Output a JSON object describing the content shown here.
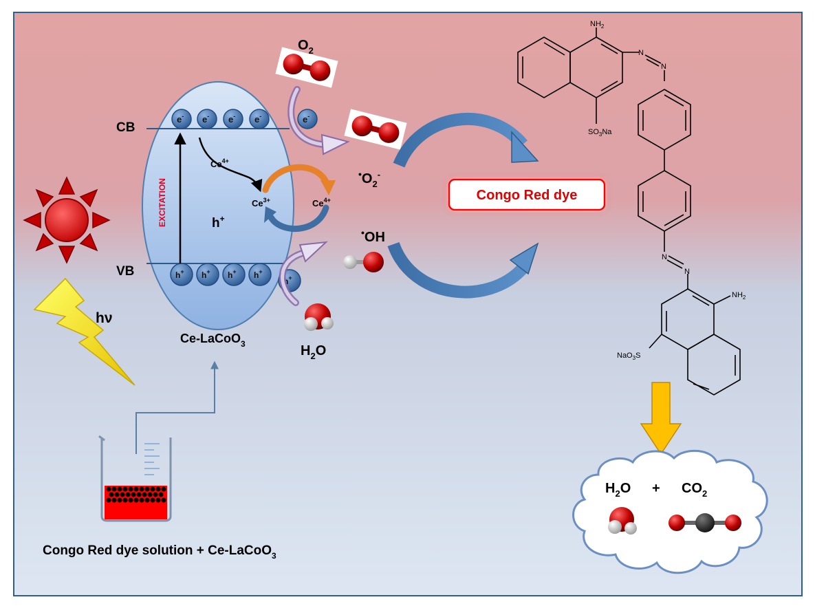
{
  "colors": {
    "bg_top": "#e2a0a0",
    "bg_bottom": "#dbe5f1",
    "frame": "#2f5f8f",
    "electron": "#4f81bd",
    "oxygen": "#c00000",
    "hydrogen": "#f2f2f2",
    "carbon": "#262626",
    "dye": "#ff0000",
    "accent_arrow": "#2e5c8a",
    "orange_arrow": "#e6822a",
    "yellow_arrow": "#ffc000",
    "lightning": "#ffff33"
  },
  "labels": {
    "cb": "CB",
    "vb": "VB",
    "excitation": "EXCITATION",
    "h_plus_center": "h",
    "ce4_inside": "Ce",
    "ce3": "Ce",
    "ce4_outside": "Ce",
    "hv": "hν",
    "catalyst": "Ce-LaCoO",
    "catalyst_sub": "3",
    "o2": "O",
    "o2_sub": "2",
    "superoxide": "O",
    "superoxide_sub": "2",
    "superoxide_sup": "-",
    "hydroxyl": "OH",
    "h2o": "H",
    "h2o_sub": "2",
    "h2o_end": "O",
    "dye_name": "Congo Red dye",
    "solution": "Congo Red dye solution + Ce-LaCoO",
    "solution_sub": "3",
    "product_h2o": "H",
    "product_h2o_sub": "2",
    "product_h2o_end": "O",
    "plus": "+",
    "product_co2": "CO",
    "product_co2_sub": "2",
    "nh2_top": "NH",
    "nh2_bottom": "NH",
    "so3na_top": "SO",
    "so3na_top_end": "Na",
    "nao3s_bottom": "NaO",
    "nao3s_bottom_end": "S",
    "n_atom": "N"
  },
  "superscripts": {
    "electron": "-",
    "hole": "+",
    "ce4": "4+",
    "ce3": "3+",
    "radical_dot": "•",
    "nh2_sub": "2",
    "so3_sub": "3"
  }
}
